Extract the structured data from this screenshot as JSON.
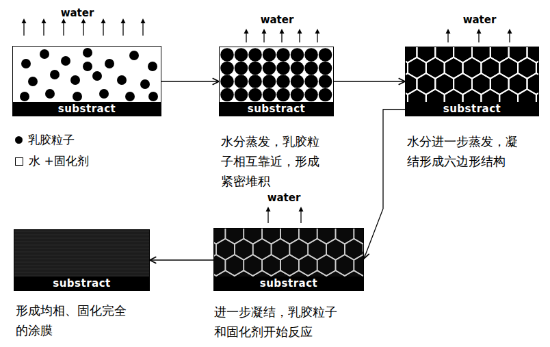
{
  "diagram": {
    "nodes": [
      {
        "text": [
          "water",
          "substract"
        ]
      },
      {
        "text": [
          "water",
          "substract",
          "水分蒸发，乳胶粒 子相互靠近，形成 紧密堆积"
        ]
      },
      {
        "text": [
          "water",
          "substract",
          "水分进一步蒸发，凝 结形成六边形结构"
        ]
      },
      {
        "text": [
          "water",
          "substract",
          "进一步凝结，乳胶粒子 和固化剂开始反应"
        ]
      },
      {
        "text": [
          "substract",
          "形成均相、固化完全 的涂膜"
        ]
      }
    ],
    "edges": [
      {
        "from": 0,
        "to": 1,
        "arrow": "to"
      },
      {
        "from": 1,
        "to": 2,
        "arrow": "to"
      },
      {
        "from": 2,
        "to": 3,
        "arrow": "to"
      },
      {
        "from": 3,
        "to": 4,
        "arrow": "to"
      }
    ],
    "legend": [
      {
        "text": "乳胶粒子"
      },
      {
        "text": "水 +固化剂"
      }
    ]
  }
}
